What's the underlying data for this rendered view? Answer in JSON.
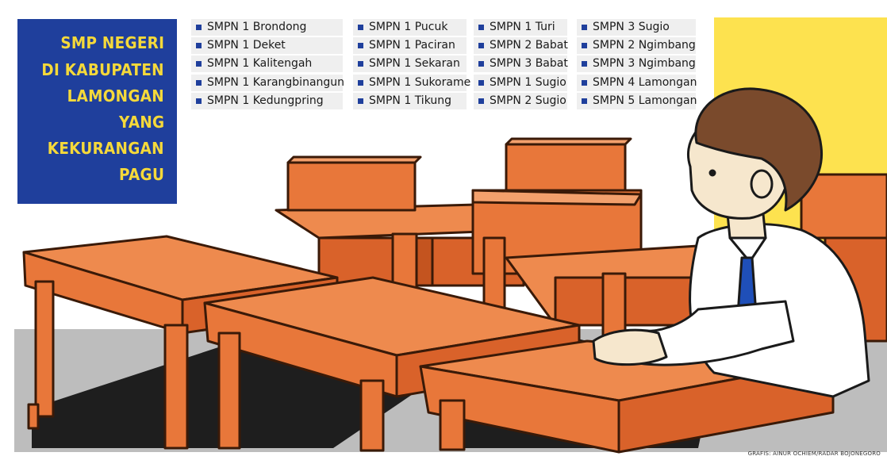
{
  "title": [
    "SMP NEGERI",
    "DI KABUPATEN",
    "LAMONGAN",
    "YANG",
    "KEKURANGAN",
    "PAGU"
  ],
  "schools": [
    [
      "SMPN 1 Brondong",
      "SMPN 1 Deket",
      "SMPN 1 Kalitengah",
      "SMPN 1 Karangbinangun",
      "SMPN 1 Kedungpring"
    ],
    [
      "SMPN 1 Pucuk",
      "SMPN 1 Paciran",
      "SMPN 1 Sekaran",
      "SMPN 1 Sukorame",
      "SMPN 1 Tikung"
    ],
    [
      "SMPN 1 Turi",
      "SMPN 2 Babat",
      "SMPN 3 Babat",
      "SMPN 1 Sugio",
      "SMPN 2 Sugio"
    ],
    [
      "SMPN 3 Sugio",
      "SMPN 2 Ngimbang",
      "SMPN 3 Ngimbang",
      "SMPN 4 Lamongan",
      "SMPN 5 Lamongan"
    ]
  ],
  "credit": "GRAFIS: AINUR OCHIEM/RADAR BOJONEGORO",
  "colors": {
    "title_bg": "#1f3f9c",
    "title_text": "#f5d93a",
    "desk": "#e8773a",
    "wall_accent": "#fde24f",
    "bullet": "#1f3f9c"
  }
}
